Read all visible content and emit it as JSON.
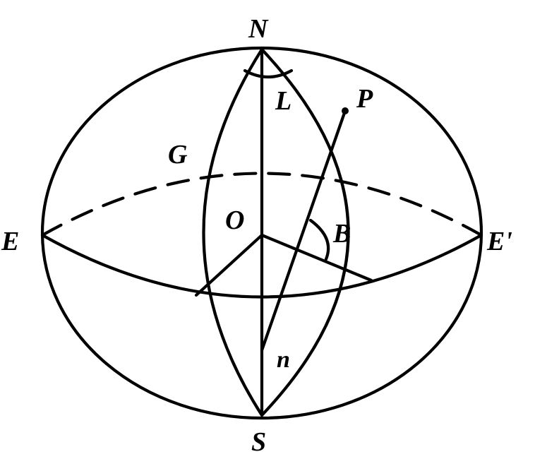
{
  "labels": {
    "N": "N",
    "S": "S",
    "E": "E",
    "E_prime": "E'",
    "G": "G",
    "O": "O",
    "L": "L",
    "P": "P",
    "B": "B",
    "n": "n"
  }
}
